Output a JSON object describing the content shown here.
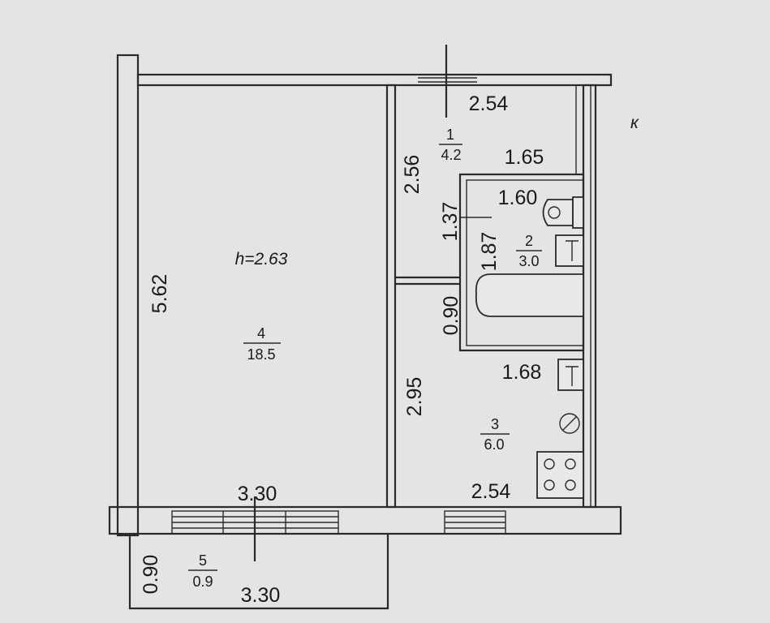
{
  "plan": {
    "ceiling_height": "h=2.63",
    "rooms": [
      {
        "number": "1",
        "area": "4.2"
      },
      {
        "number": "2",
        "area": "3.0"
      },
      {
        "number": "3",
        "area": "6.0"
      },
      {
        "number": "4",
        "area": "18.5"
      },
      {
        "number": "5",
        "area": "0.9"
      }
    ],
    "dimensions": {
      "hall_width_top": "2.54",
      "hall_length": "2.56",
      "hall_depth": "1.65",
      "bath_width": "1.60",
      "bath_side": "1.37",
      "bath_length": "1.87",
      "bath_offset": "0.90",
      "kitchen_sub": "1.68",
      "kitchen_length": "2.95",
      "kitchen_width": "2.54",
      "room_length": "5.62",
      "room_width": "3.30",
      "balcony_depth": "0.90",
      "balcony_width": "3.30"
    },
    "corner_mark": "к"
  }
}
